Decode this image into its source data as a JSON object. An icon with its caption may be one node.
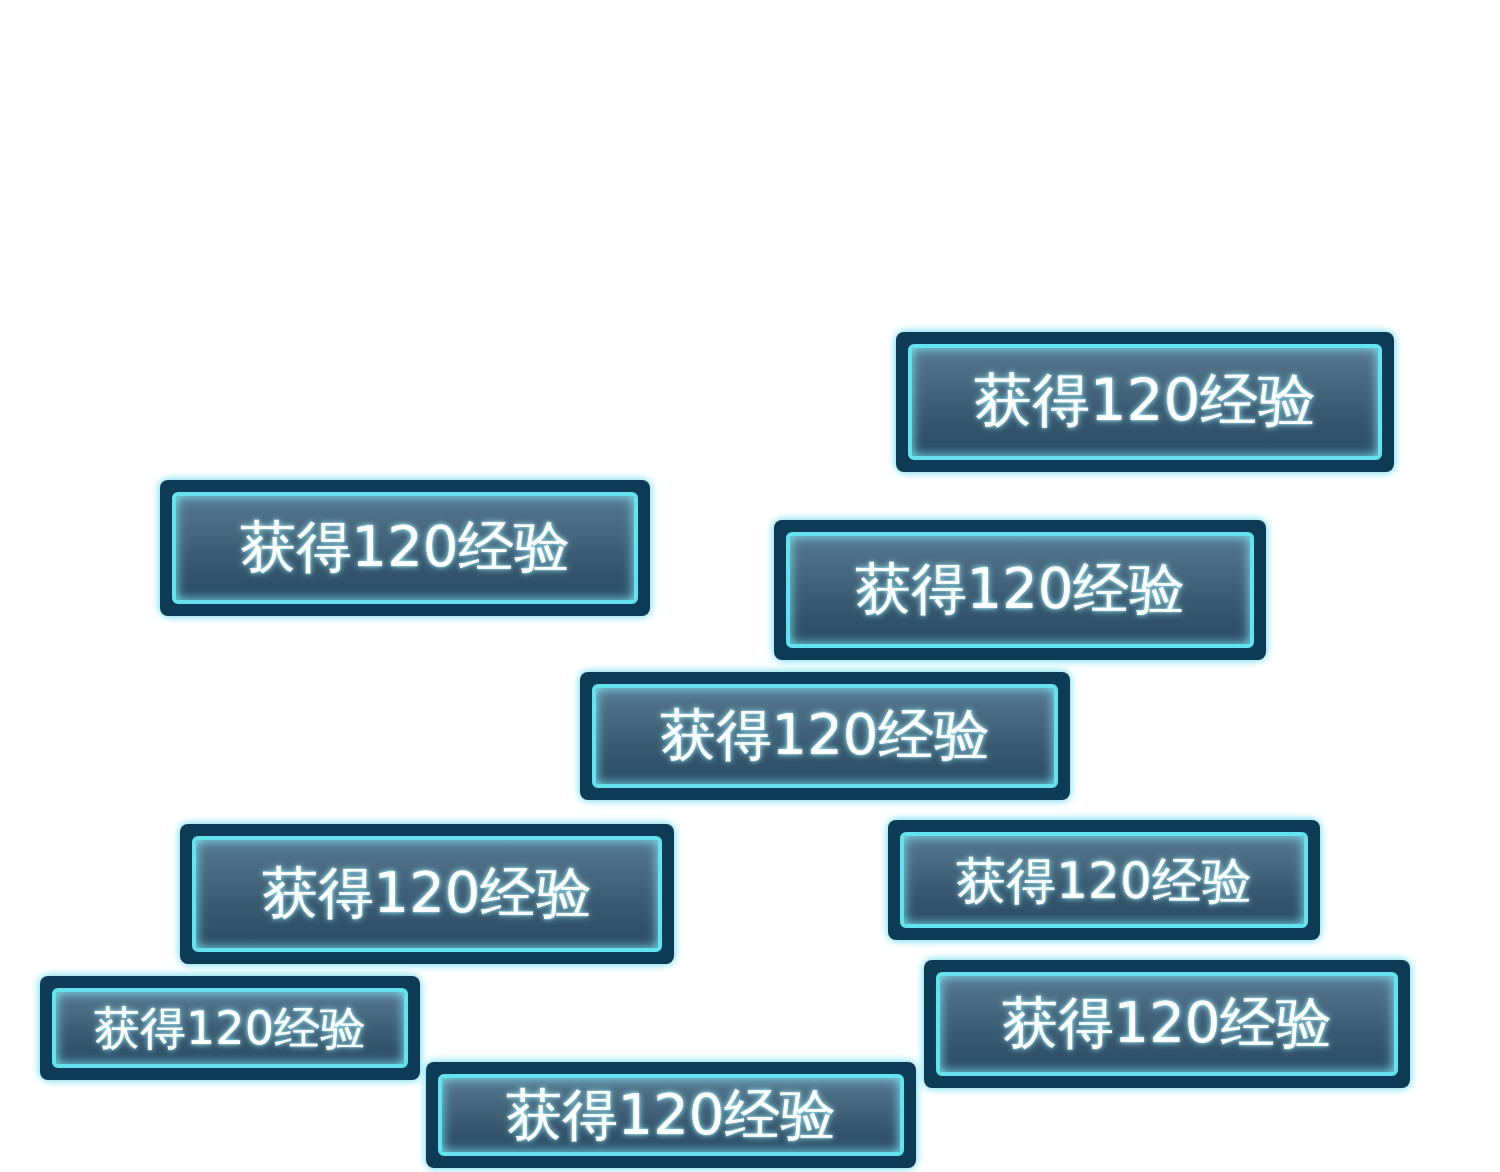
{
  "diagram": {
    "nodes": [
      {
        "text": [
          "获得120经验"
        ]
      },
      {
        "text": [
          "获得120经验"
        ]
      },
      {
        "text": [
          "获得120经验"
        ]
      },
      {
        "text": [
          "获得120经验"
        ]
      },
      {
        "text": [
          "获得120经验"
        ]
      },
      {
        "text": [
          "获得120经验"
        ]
      },
      {
        "text": [
          "获得120经验"
        ]
      },
      {
        "text": [
          "获得120经验"
        ]
      },
      {
        "text": [
          "获得120经验"
        ]
      }
    ]
  }
}
